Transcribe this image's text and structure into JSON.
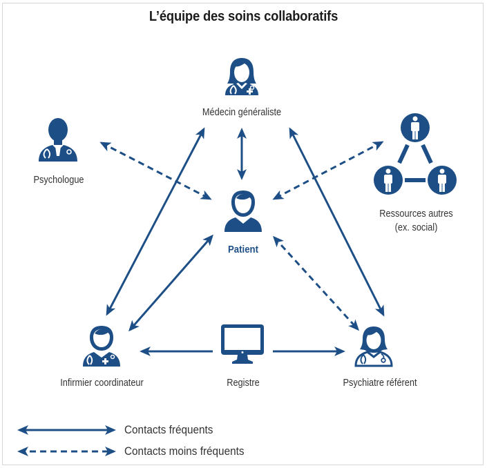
{
  "title": "L’équipe des soins collaboratifs",
  "colors": {
    "primary": "#1d4f86",
    "text": "#333333",
    "frame": "#d6d6d6"
  },
  "nodes": {
    "medecin": {
      "label": "Médecin généraliste",
      "icon": "female-doctor-icon"
    },
    "psychologue": {
      "label": "Psychologue",
      "icon": "male-doctor-silhouette-icon"
    },
    "ressources": {
      "label_line1": "Ressources autres",
      "label_line2": "(ex. social)",
      "icon": "people-network-icon"
    },
    "patient": {
      "label": "Patient",
      "icon": "patient-icon"
    },
    "infirmier": {
      "label": "Infirmier coordinateur",
      "icon": "male-nurse-icon"
    },
    "registre": {
      "label": "Registre",
      "icon": "monitor-icon"
    },
    "psychiatre": {
      "label": "Psychiatre référent",
      "icon": "female-doctor-outline-icon"
    }
  },
  "links": [
    {
      "from": "Médecin généraliste",
      "to": "Patient",
      "type": "frequent"
    },
    {
      "from": "Médecin généraliste",
      "to": "Infirmier coordinateur",
      "type": "frequent"
    },
    {
      "from": "Médecin généraliste",
      "to": "Psychiatre référent",
      "type": "frequent"
    },
    {
      "from": "Psychologue",
      "to": "Patient",
      "type": "less_frequent"
    },
    {
      "from": "Ressources autres",
      "to": "Patient",
      "type": "less_frequent"
    },
    {
      "from": "Patient",
      "to": "Infirmier coordinateur",
      "type": "frequent"
    },
    {
      "from": "Patient",
      "to": "Psychiatre référent",
      "type": "less_frequent"
    },
    {
      "from": "Registre",
      "to": "Infirmier coordinateur",
      "type": "frequent"
    },
    {
      "from": "Registre",
      "to": "Psychiatre référent",
      "type": "frequent"
    }
  ],
  "legend": {
    "frequent": "Contacts fréquents",
    "less_frequent": "Contacts moins fréquents"
  }
}
